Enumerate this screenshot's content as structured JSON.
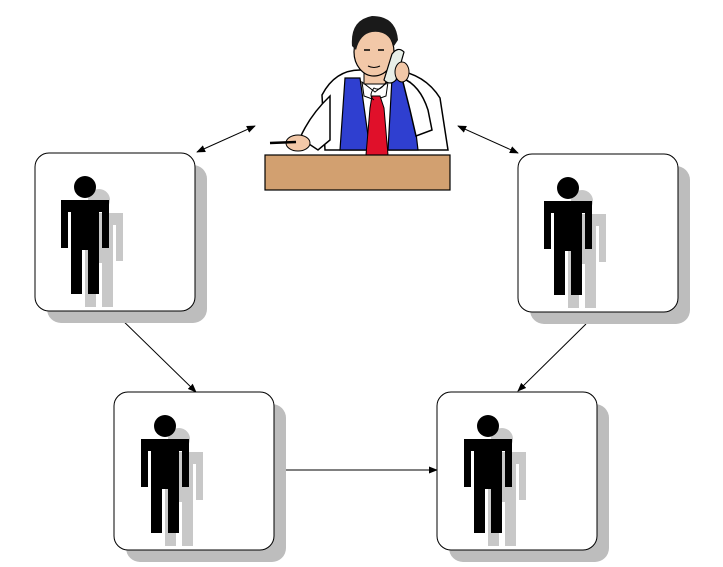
{
  "diagram": {
    "central": {
      "icon": "person-on-phone-at-desk-icon"
    },
    "nodes": [
      {
        "id": "top-left",
        "icon": "person-silhouette-icon"
      },
      {
        "id": "top-right",
        "icon": "person-silhouette-icon"
      },
      {
        "id": "bottom-left",
        "icon": "person-silhouette-icon"
      },
      {
        "id": "bottom-right",
        "icon": "person-silhouette-icon"
      }
    ],
    "connections": [
      {
        "from": "central",
        "to": "top-left",
        "direction": "both"
      },
      {
        "from": "central",
        "to": "top-right",
        "direction": "both"
      },
      {
        "from": "top-left",
        "to": "bottom-left",
        "direction": "both"
      },
      {
        "from": "top-right",
        "to": "bottom-right",
        "direction": "forward"
      },
      {
        "from": "bottom-left",
        "to": "bottom-right",
        "direction": "both"
      }
    ],
    "colors": {
      "box_border": "#000000",
      "box_fill": "#ffffff",
      "box_shadow": "#bdbdbd",
      "figure": "#000000",
      "figure_shadow": "#c8c8c8",
      "desk": "#d2a070",
      "vest": "#2f3fd0",
      "tie": "#e0102a",
      "shirt": "#ffffff",
      "hair": "#1a1a1a",
      "skin": "#f2c8a8"
    }
  }
}
